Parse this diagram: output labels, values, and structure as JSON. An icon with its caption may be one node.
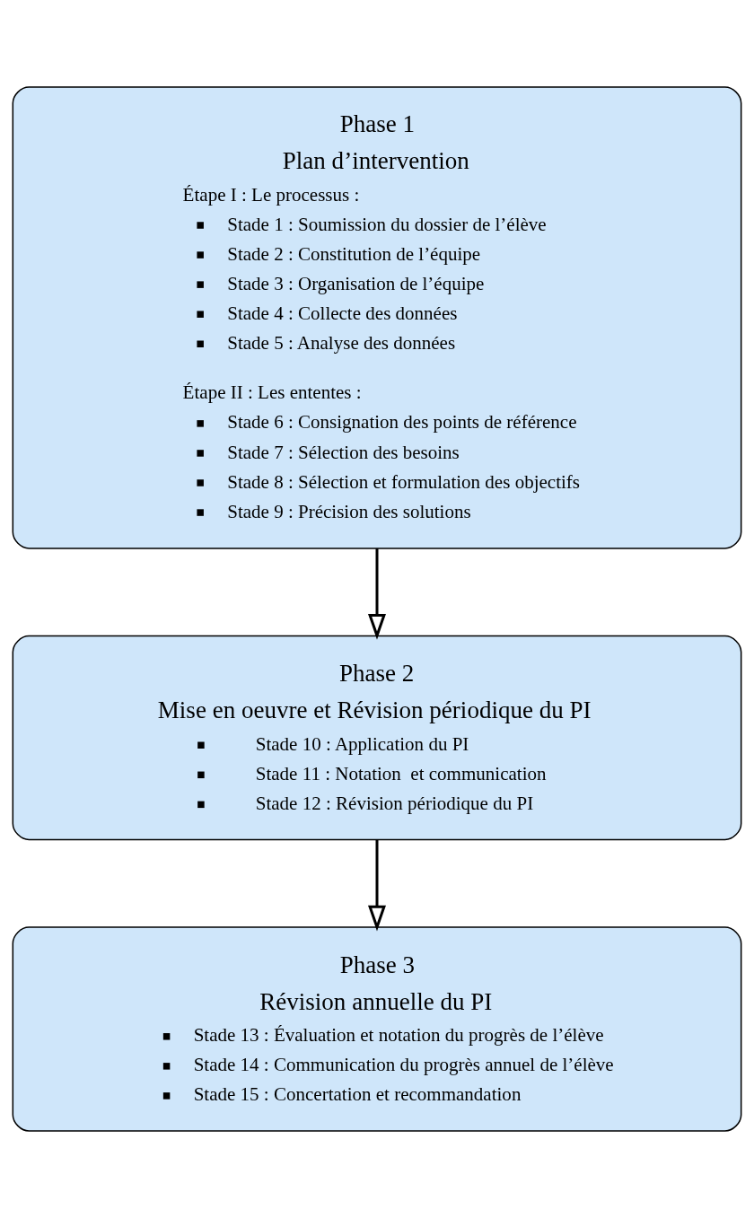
{
  "diagram": {
    "nodes": [
      {
        "text": [
          "Phase 1",
          "Plan d’intervention",
          "Étape I : Le processus :",
          "Stade 1 : Soumission du dossier de l’élève",
          "Stade 2 : Constitution de l’équipe",
          "Stade 3 : Organisation de l’équipe",
          "Stade 4 : Collecte des données",
          "Stade 5 : Analyse des données",
          "Étape II : Les ententes :",
          "Stade 6 : Consignation des points de référence",
          "Stade 7 : Sélection des besoins",
          "Stade 8 : Sélection et formulation des objectifs",
          "Stade 9 : Précision des solutions"
        ]
      },
      {
        "text": [
          "Phase 2",
          "Mise en oeuvre et Révision périodique du PI",
          "Stade 10 : Application du PI",
          "Stade 11 : Notation  et communication",
          "Stade 12 : Révision périodique du PI"
        ]
      },
      {
        "text": [
          "Phase 3",
          "Révision annuelle du PI",
          "Stade 13 : Évaluation et notation du progrès de l’élève",
          "Stade 14 : Communication du progrès annuel de l’élève",
          "Stade 15 : Concertation et recommandation"
        ]
      }
    ],
    "edges": [
      {
        "from": 0,
        "to": 1,
        "arrow": "to"
      },
      {
        "from": 1,
        "to": 2,
        "arrow": "to"
      }
    ]
  }
}
